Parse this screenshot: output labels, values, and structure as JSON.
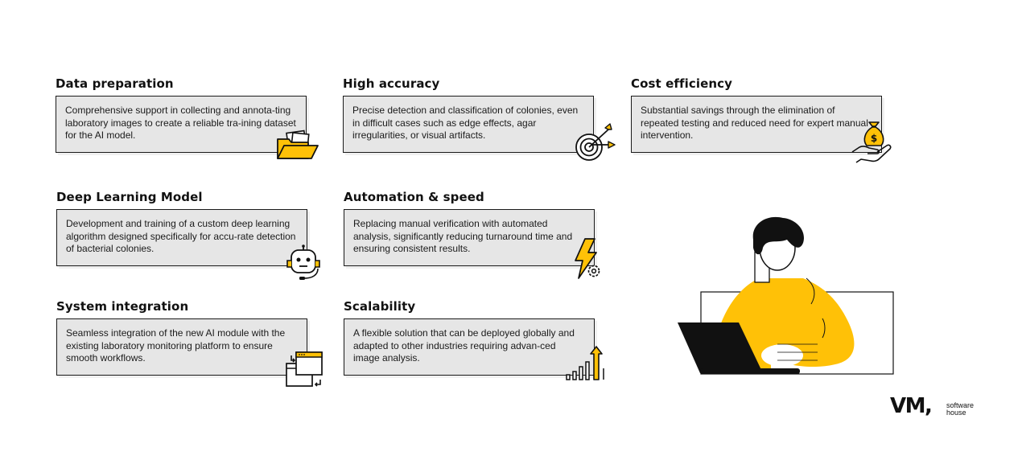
{
  "colors": {
    "accent": "#FFC107",
    "text": "#111111",
    "box": "#E6E6E6"
  },
  "cards": [
    {
      "title": "Data preparation",
      "body": "Comprehensive support in collecting and annota-ting laboratory images to create a reliable tra-ining dataset for the AI model.",
      "icon": "folder-icon"
    },
    {
      "title": "High accuracy",
      "body": "Precise detection and classification of colonies, even in difficult cases such as edge effects, agar irregularities, or visual artifacts.",
      "icon": "target-icon"
    },
    {
      "title": "Cost efficiency",
      "body": "Substantial savings through the elimination of repeated testing and reduced need for expert manual intervention.",
      "icon": "money-bag-hand-icon"
    },
    {
      "title": "Deep Learning Model",
      "body": "Development and training of a custom deep learning algorithm designed specifically for accu-rate detection of bacterial colonies.",
      "icon": "robot-icon"
    },
    {
      "title": "Automation & speed",
      "body": "Replacing manual verification with automated analysis, significantly reducing turnaround time and ensuring consistent results.",
      "icon": "lightning-gear-icon"
    },
    {
      "title": "System integration",
      "body": "Seamless integration of the new AI module with the existing laboratory monitoring platform to ensure smooth workflows.",
      "icon": "windows-sync-icon"
    },
    {
      "title": "Scalability",
      "body": "A flexible solution that can be deployed globally and adapted to other industries requiring advan-ced image analysis.",
      "icon": "growth-chart-icon"
    }
  ],
  "logo": {
    "mark": "VM,",
    "line1": "software",
    "line2": "house"
  }
}
